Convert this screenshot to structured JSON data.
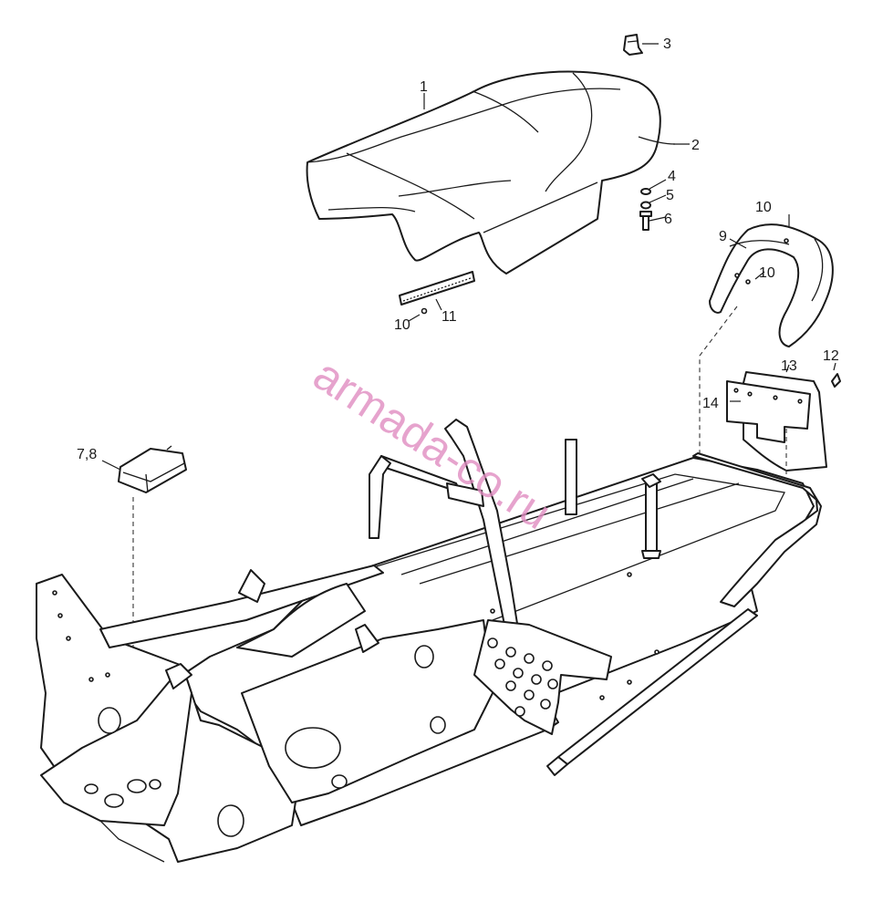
{
  "watermark": "armada-co.ru",
  "callouts": {
    "c1": "1",
    "c2": "2",
    "c3": "3",
    "c4": "4",
    "c5": "5",
    "c6": "6",
    "c78": "7,8",
    "c9": "9",
    "c10a": "10",
    "c10b": "10",
    "c10c": "10",
    "c11": "11",
    "c12": "12",
    "c13": "13",
    "c14": "14"
  }
}
